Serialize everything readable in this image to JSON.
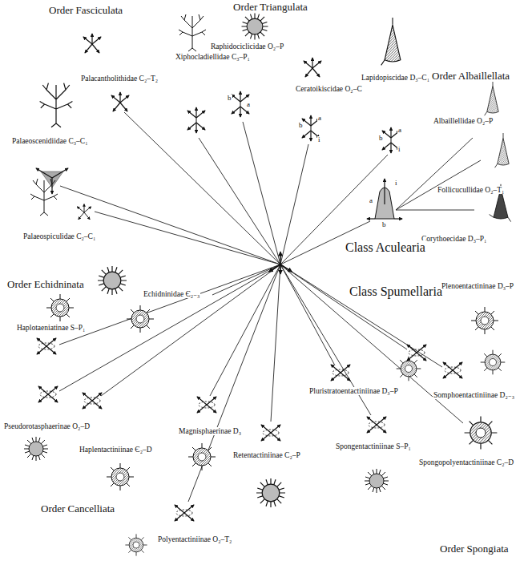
{
  "diagram": {
    "labels": [
      "Order Fasciculata",
      "Order Triangulata",
      "Order Albaillellata",
      "Palaeoscenidiidae C₃–C₁",
      "Palacantholithidae C₂–T₂",
      "Xiphocladiellidae C₃–P₁",
      "Raphidociclicidae O₂–P",
      "Ceratoikiscidae O₂–C",
      "Lapidopiscidae D₃–C₁",
      "Albaillellidae O₂–P",
      "Follicucullidae O₂–T₁",
      "Corythoecidae D₃–P₁",
      "Palaeospiculidae C₂–C₁",
      "Class Aculearia",
      "Class Spumellaria",
      "Order Echidninata",
      "Echidninidae Є₂₋₃",
      "Haplotaeniatinae S–P₁",
      "Pseudorotasphaerinae O₂–D",
      "Haplentactiniinae Є₂–D",
      "Magnisphaerinae D₃",
      "Order Cancelliata",
      "Polyentactiniinae O₂–T₂",
      "Retentactiniinae C₂–P",
      "Pluristratoentactiniinae D₃–P",
      "Spongentactiniinae S–P₁",
      "Plenoentactininae D₃–P",
      "Somphoentactiniinae D₂₋₃",
      "Spongopolyentactiniinae C₂–D",
      "Order Spongiata",
      "b",
      "a",
      "a",
      "b",
      "i",
      "a",
      "b",
      "i",
      "a",
      "b",
      "i"
    ]
  }
}
